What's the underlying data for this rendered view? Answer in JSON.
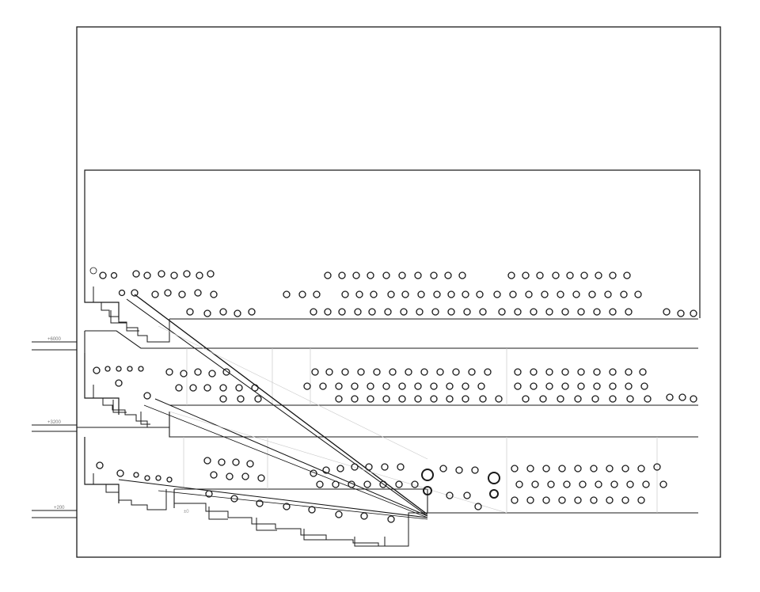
{
  "levels": {
    "upper": "+6000",
    "middle": "+3200",
    "lower": "+200"
  },
  "annotations": {
    "floor_mark": "±0"
  },
  "colors": {
    "line": "#1a1a1a",
    "sightline": "#111111",
    "faint": "#c8c8c8",
    "background": "#ffffff"
  }
}
